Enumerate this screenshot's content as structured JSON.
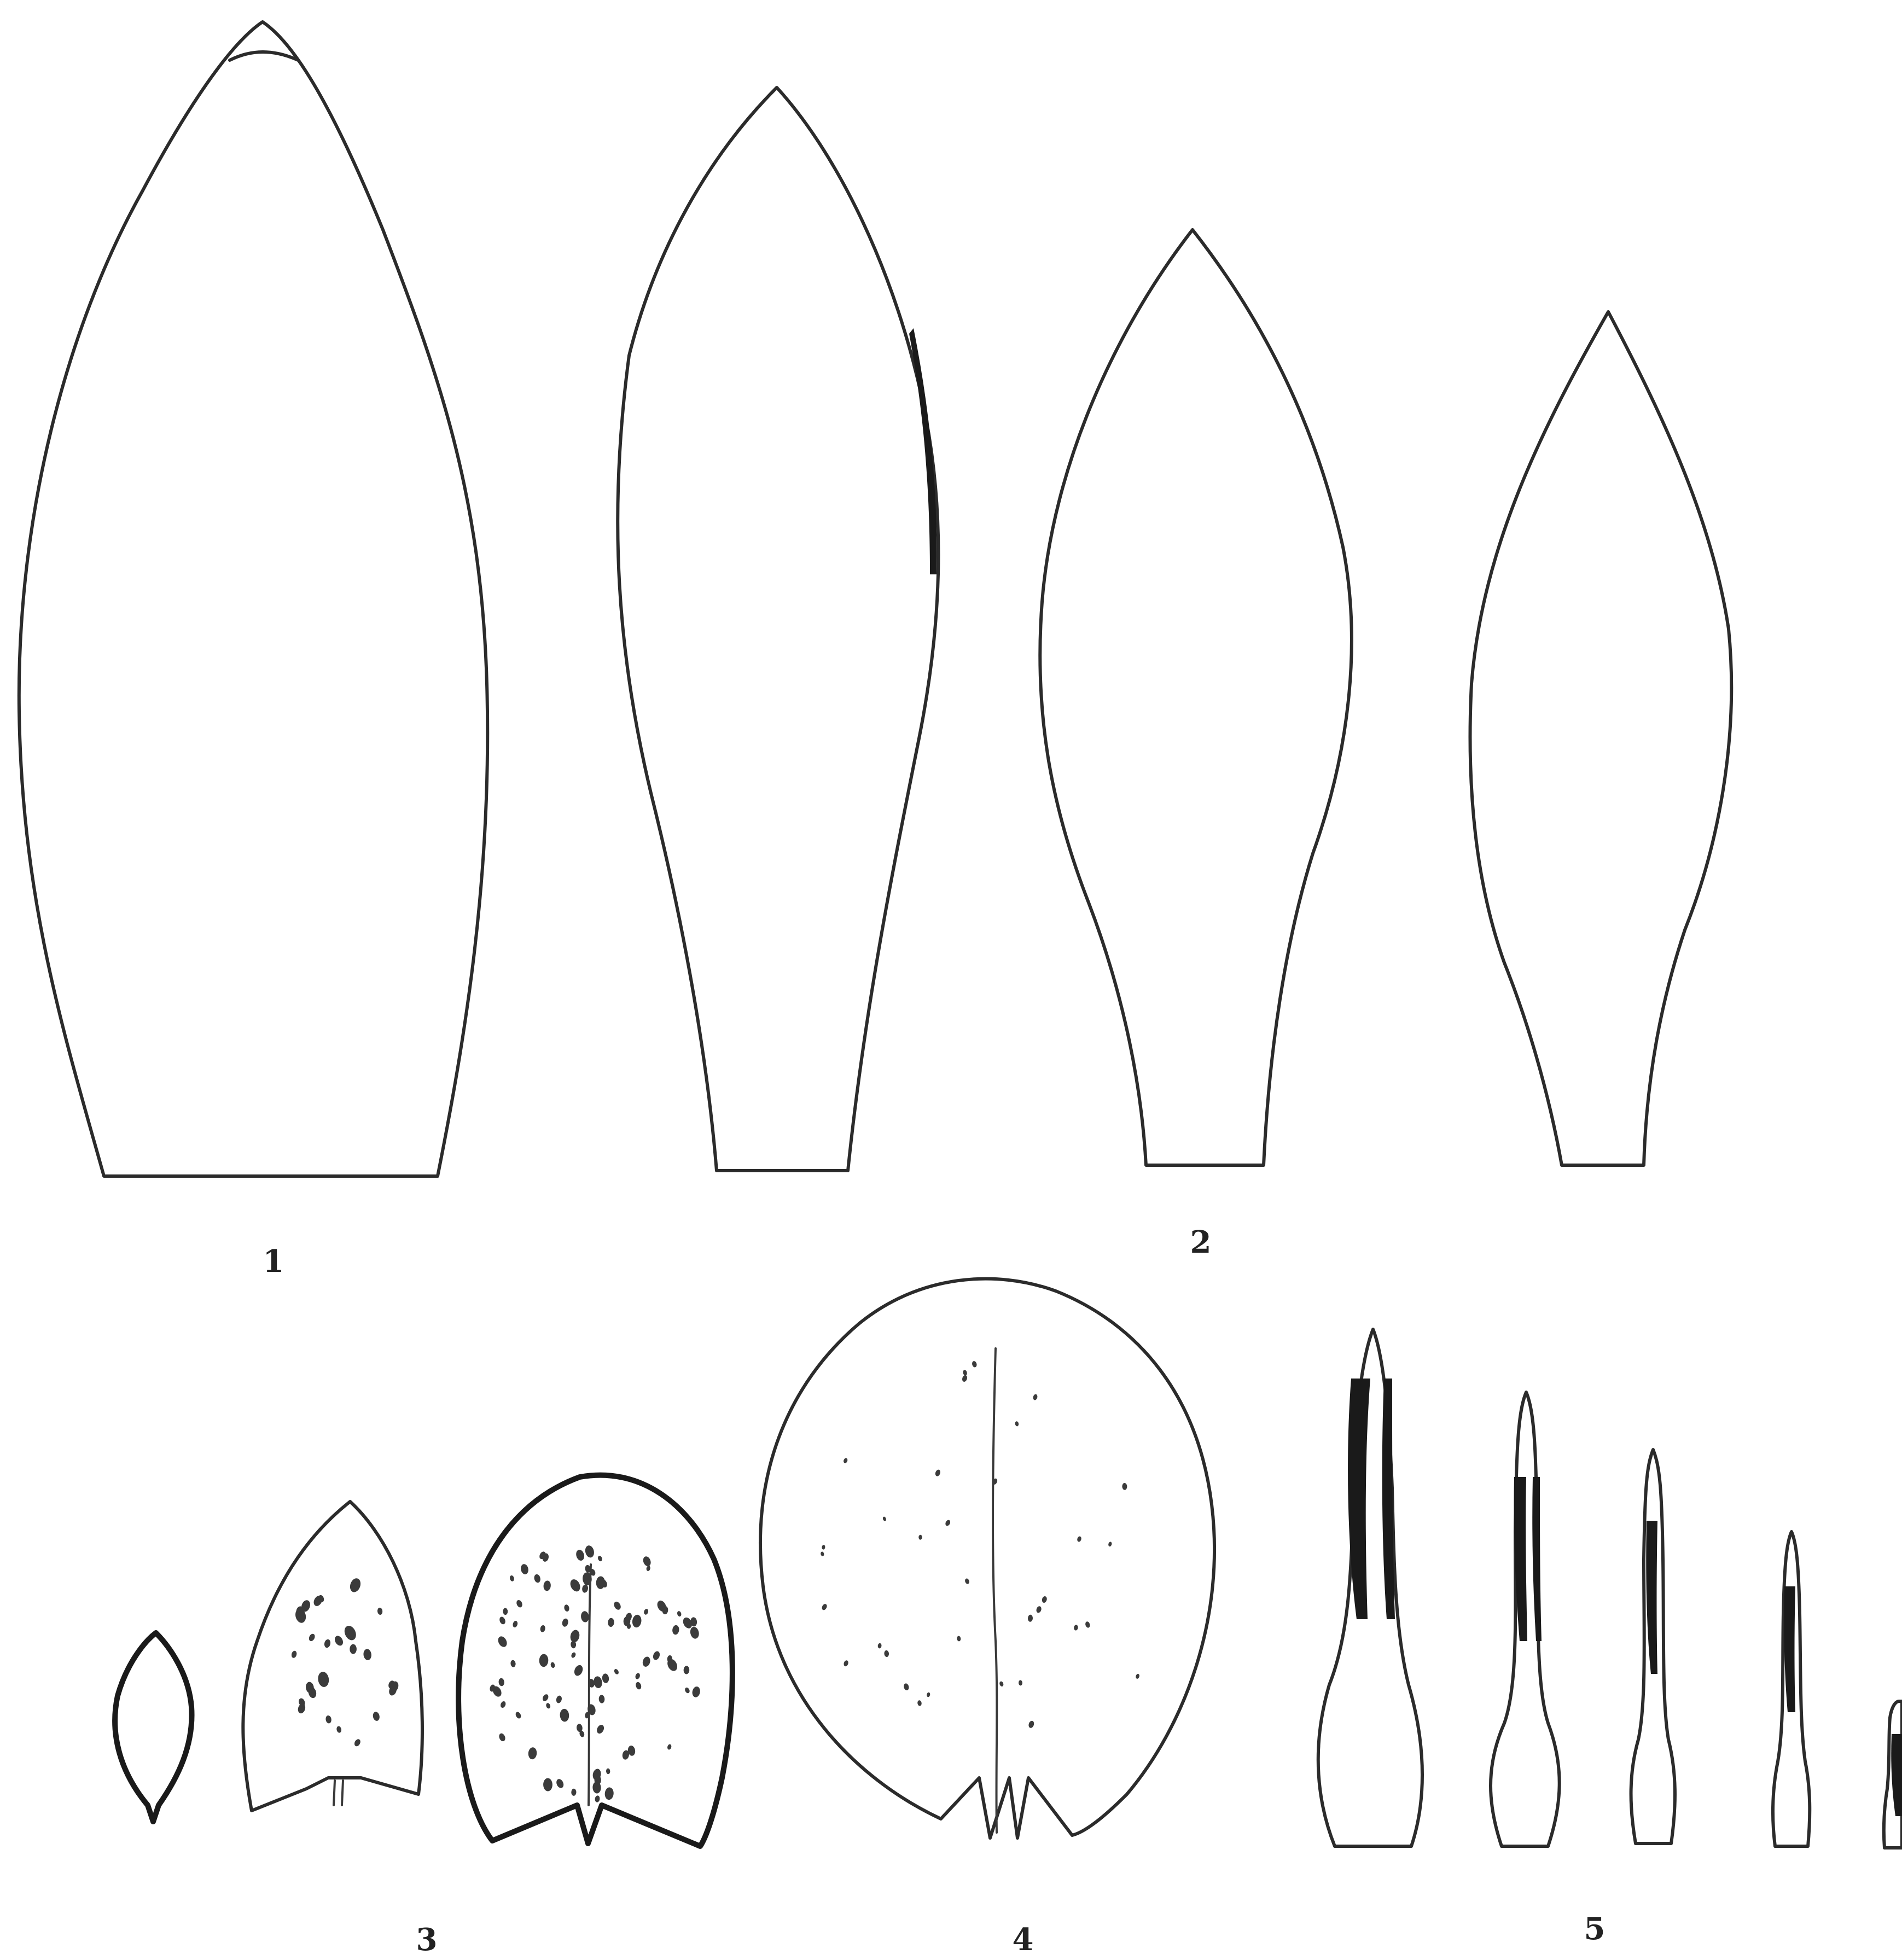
{
  "figures": [
    {
      "id": "fig-1",
      "label": "1"
    },
    {
      "id": "fig-2",
      "label": "2"
    },
    {
      "id": "fig-3",
      "label": "3"
    },
    {
      "id": "fig-4",
      "label": "4"
    },
    {
      "id": "fig-5",
      "label": "5"
    }
  ]
}
